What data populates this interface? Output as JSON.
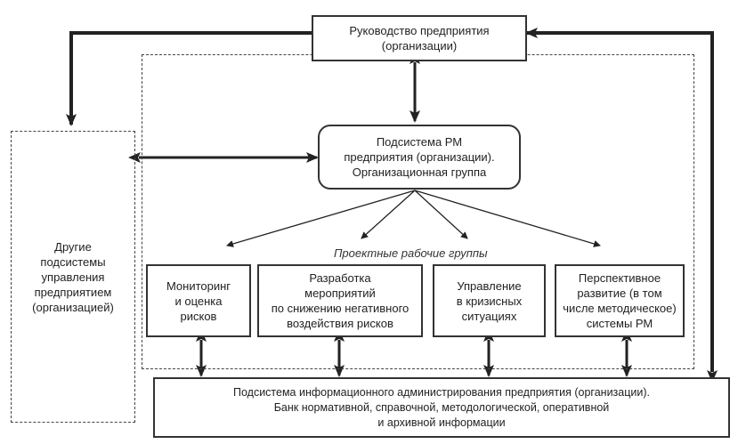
{
  "diagram": {
    "top_box": "Руководство предприятия\n(организации)",
    "center_box": "Подсистема РМ\nпредприятия (организации).\nОрганизационная группа",
    "left_box": "Другие\nподсистемы\nуправления\nпредприятием\n(организацией)",
    "group_label": "Проектные рабочие группы",
    "work_groups": [
      {
        "label": "Мониторинг\nи оценка\nрисков"
      },
      {
        "label": "Разработка\nмероприятий\nпо снижению негативного\nвоздействия рисков"
      },
      {
        "label": "Управление\nв кризисных\nситуациях"
      },
      {
        "label": "Перспективное\nразвитие (в том\nчисле методическое)\nсистемы РМ"
      }
    ],
    "bottom_box": "Подсистема информационного администрирования предприятия (организации).\nБанк нормативной, справочной, методологической, оперативной\nи архивной информации"
  }
}
